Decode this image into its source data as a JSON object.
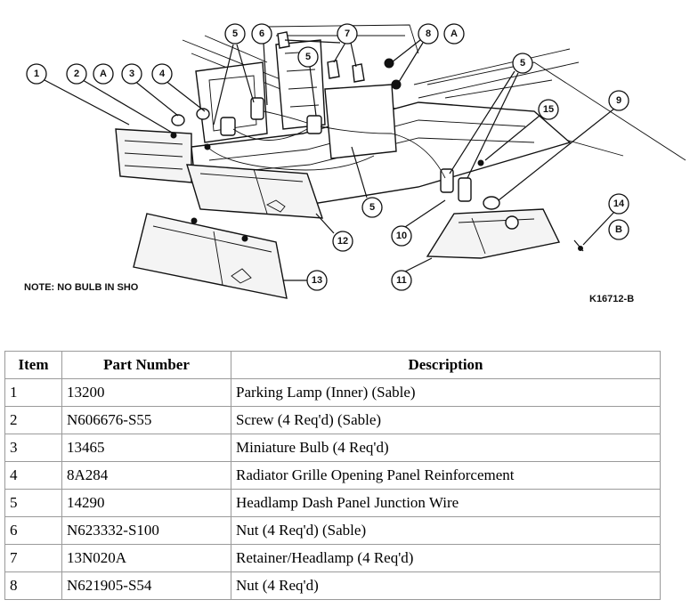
{
  "diagram": {
    "note": "NOTE: NO BULB IN SHO",
    "figure_code": "K16712-B",
    "callouts": [
      "1",
      "2",
      "A",
      "3",
      "4",
      "5",
      "6",
      "7",
      "8",
      "A",
      "5",
      "5",
      "15",
      "9",
      "5",
      "10",
      "11",
      "12",
      "13",
      "14",
      "B"
    ]
  },
  "table": {
    "headers": [
      "Item",
      "Part Number",
      "Description"
    ],
    "rows": [
      {
        "item": "1",
        "part_number": "13200",
        "description": "Parking Lamp (Inner) (Sable)"
      },
      {
        "item": "2",
        "part_number": "N606676-S55",
        "description": "Screw (4 Req'd) (Sable)"
      },
      {
        "item": "3",
        "part_number": "13465",
        "description": "Miniature Bulb (4 Req'd)"
      },
      {
        "item": "4",
        "part_number": "8A284",
        "description": "Radiator Grille Opening Panel Reinforcement"
      },
      {
        "item": "5",
        "part_number": "14290",
        "description": "Headlamp Dash Panel Junction Wire"
      },
      {
        "item": "6",
        "part_number": "N623332-S100",
        "description": "Nut (4 Req'd) (Sable)"
      },
      {
        "item": "7",
        "part_number": "13N020A",
        "description": "Retainer/Headlamp (4 Req'd)"
      },
      {
        "item": "8",
        "part_number": "N621905-S54",
        "description": "Nut (4 Req'd)"
      }
    ]
  }
}
